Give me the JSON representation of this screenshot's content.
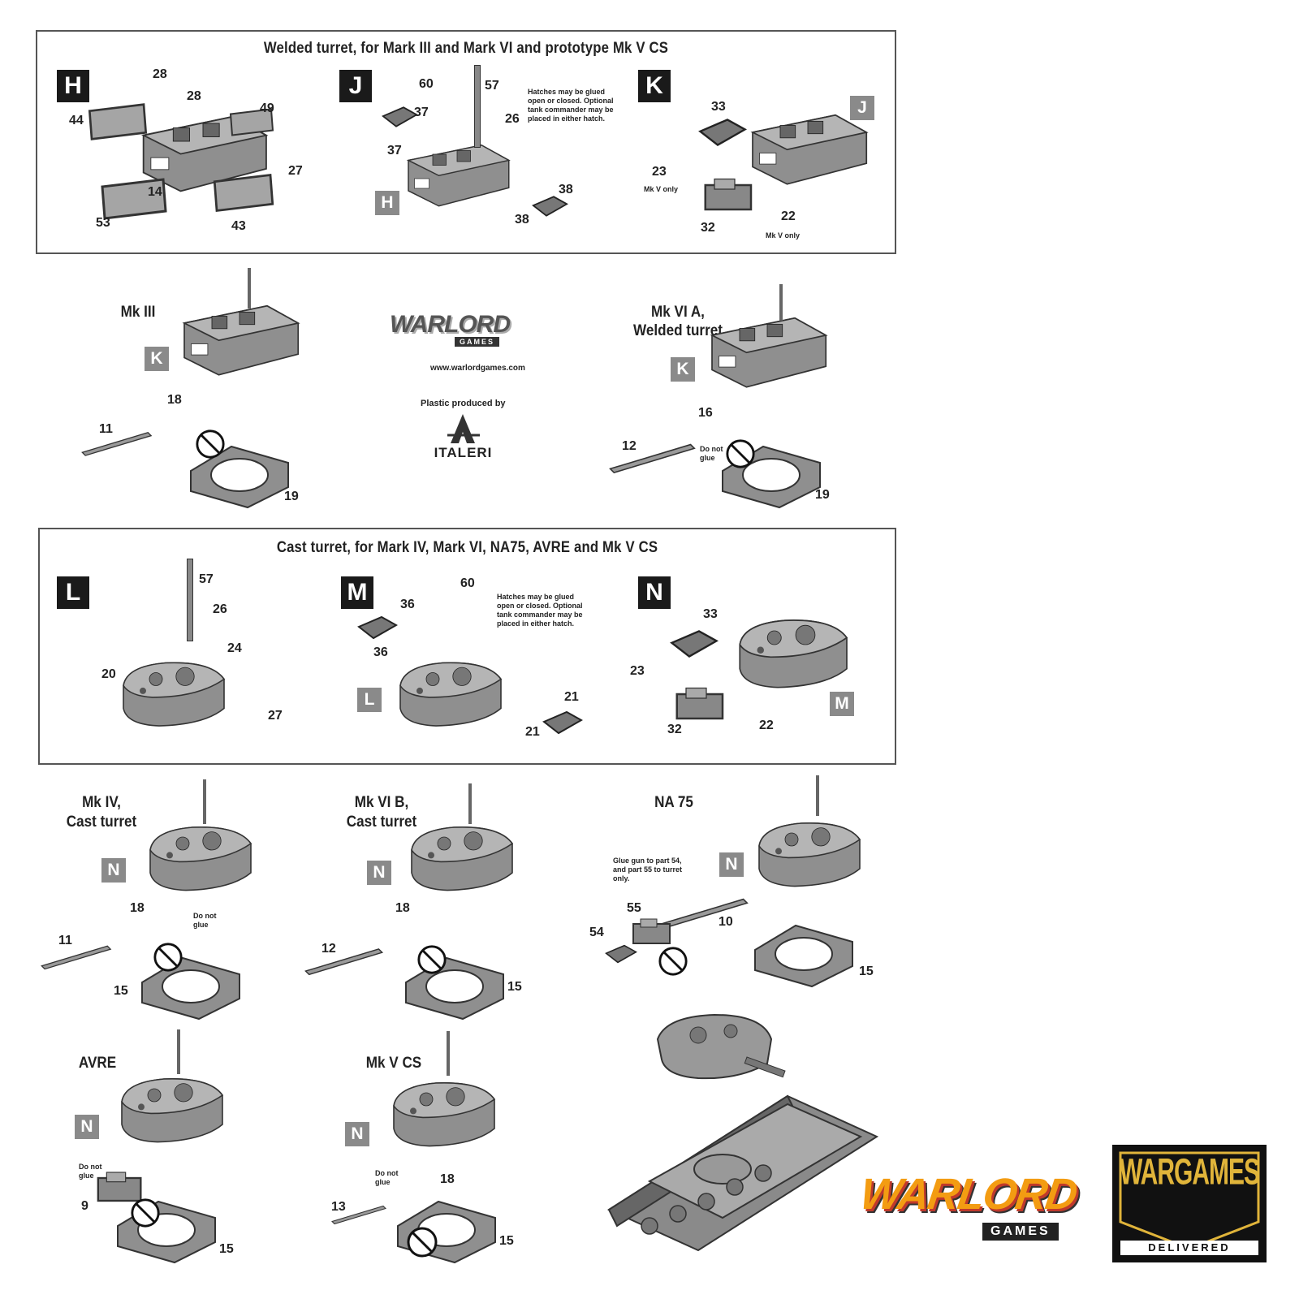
{
  "sections": {
    "welded": {
      "title": "Welded turret, for Mark III and Mark VI and prototype Mk V CS",
      "step_h": {
        "letter": "H",
        "parts": [
          "28",
          "28",
          "44",
          "49",
          "14",
          "27",
          "53",
          "43"
        ]
      },
      "step_j": {
        "letter": "J",
        "ref": "H",
        "parts": [
          "60",
          "57",
          "37",
          "37",
          "26",
          "38",
          "38"
        ],
        "note": "Hatches may be glued open or closed. Optional tank commander may be placed in either hatch."
      },
      "step_k": {
        "letter": "K",
        "ref": "J",
        "parts": [
          "33",
          "23",
          "32",
          "22"
        ],
        "note_23": "Mk V only",
        "note_22": "Mk V only"
      }
    },
    "cast": {
      "title": "Cast turret, for Mark IV, Mark VI, NA75, AVRE and Mk V CS",
      "step_l": {
        "letter": "L",
        "parts": [
          "57",
          "26",
          "24",
          "20",
          "27"
        ]
      },
      "step_m": {
        "letter": "M",
        "ref": "L",
        "parts": [
          "60",
          "36",
          "36",
          "21",
          "21"
        ],
        "note": "Hatches may be glued open or closed. Optional tank commander may be placed in either hatch."
      },
      "step_n": {
        "letter": "N",
        "ref": "M",
        "parts": [
          "33",
          "23",
          "32",
          "22"
        ]
      }
    }
  },
  "variants": {
    "mk3": {
      "label": "Mk III",
      "ref": "K",
      "parts": [
        "18",
        "11",
        "19"
      ]
    },
    "mk6a": {
      "label_1": "Mk VI A,",
      "label_2": "Welded turret",
      "ref": "K",
      "parts": [
        "16",
        "12",
        "19"
      ],
      "note": "Do not glue"
    },
    "mk4": {
      "label_1": "Mk IV,",
      "label_2": "Cast turret",
      "ref": "N",
      "parts": [
        "18",
        "11",
        "15"
      ],
      "note": "Do not glue"
    },
    "mk6b": {
      "label_1": "Mk VI B,",
      "label_2": "Cast turret",
      "ref": "N",
      "parts": [
        "18",
        "12",
        "15"
      ]
    },
    "na75": {
      "label": "NA 75",
      "ref": "N",
      "parts": [
        "55",
        "10",
        "54",
        "15"
      ],
      "note": "Glue gun to part 54, and part 55 to turret only."
    },
    "avre": {
      "label": "AVRE",
      "ref": "N",
      "parts": [
        "9",
        "15"
      ],
      "note": "Do not glue"
    },
    "mk5cs": {
      "label": "Mk V CS",
      "ref": "N",
      "parts": [
        "13",
        "18",
        "15"
      ],
      "note": "Do not glue"
    }
  },
  "brand": {
    "logo_small_text": "WARLORD",
    "logo_small_sub": "GAMES",
    "website": "www.warlordgames.com",
    "plastic_by": "Plastic produced by",
    "italeri": "ITALERI",
    "logo_large_text": "WARLORD",
    "logo_large_sub": "GAMES",
    "wargames": "WARGAMES",
    "delivered": "DELIVERED"
  },
  "colors": {
    "frame": "#555555",
    "step_bg": "#1a1a1a",
    "ref_bg": "#8a8a8a",
    "part_fill": "#9a9a9a",
    "logo_orange": "#f39c12",
    "wg_gold": "#e0b43a"
  }
}
